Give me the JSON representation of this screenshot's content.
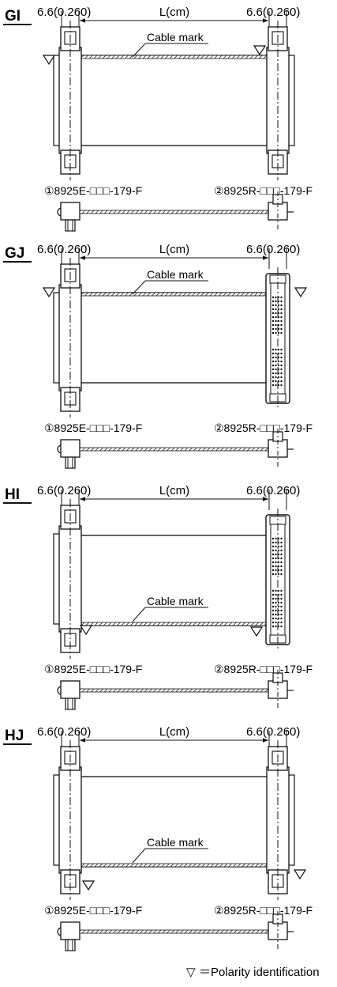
{
  "sections": [
    {
      "id": "GI",
      "left_dim": "6.6(0.260)",
      "length_label": "L(cm)",
      "right_dim": "6.6(0.260)",
      "cable_mark": "Cable mark",
      "part_left": "①8925E-□□□-179-F",
      "part_right": "②8925R-□□□-179-F"
    },
    {
      "id": "GJ",
      "left_dim": "6.6(0.260)",
      "length_label": "L(cm)",
      "right_dim": "6.6(0.260)",
      "cable_mark": "Cable mark",
      "part_left": "①8925E-□□□-179-F",
      "part_right": "②8925R-□□□-179-F"
    },
    {
      "id": "HI",
      "left_dim": "6.6(0.260)",
      "length_label": "L(cm)",
      "right_dim": "6.6(0.260)",
      "cable_mark": "Cable mark",
      "part_left": "①8925E-□□□-179-F",
      "part_right": "②8925R-□□□-179-F"
    },
    {
      "id": "HJ",
      "left_dim": "6.6(0.260)",
      "length_label": "L(cm)",
      "right_dim": "6.6(0.260)",
      "cable_mark": "Cable mark",
      "part_left": "①8925E-□□□-179-F",
      "part_right": "②8925R-□□□-179-F"
    }
  ],
  "legend": {
    "symbol": "▽",
    "text": "＝Polarity identification"
  }
}
